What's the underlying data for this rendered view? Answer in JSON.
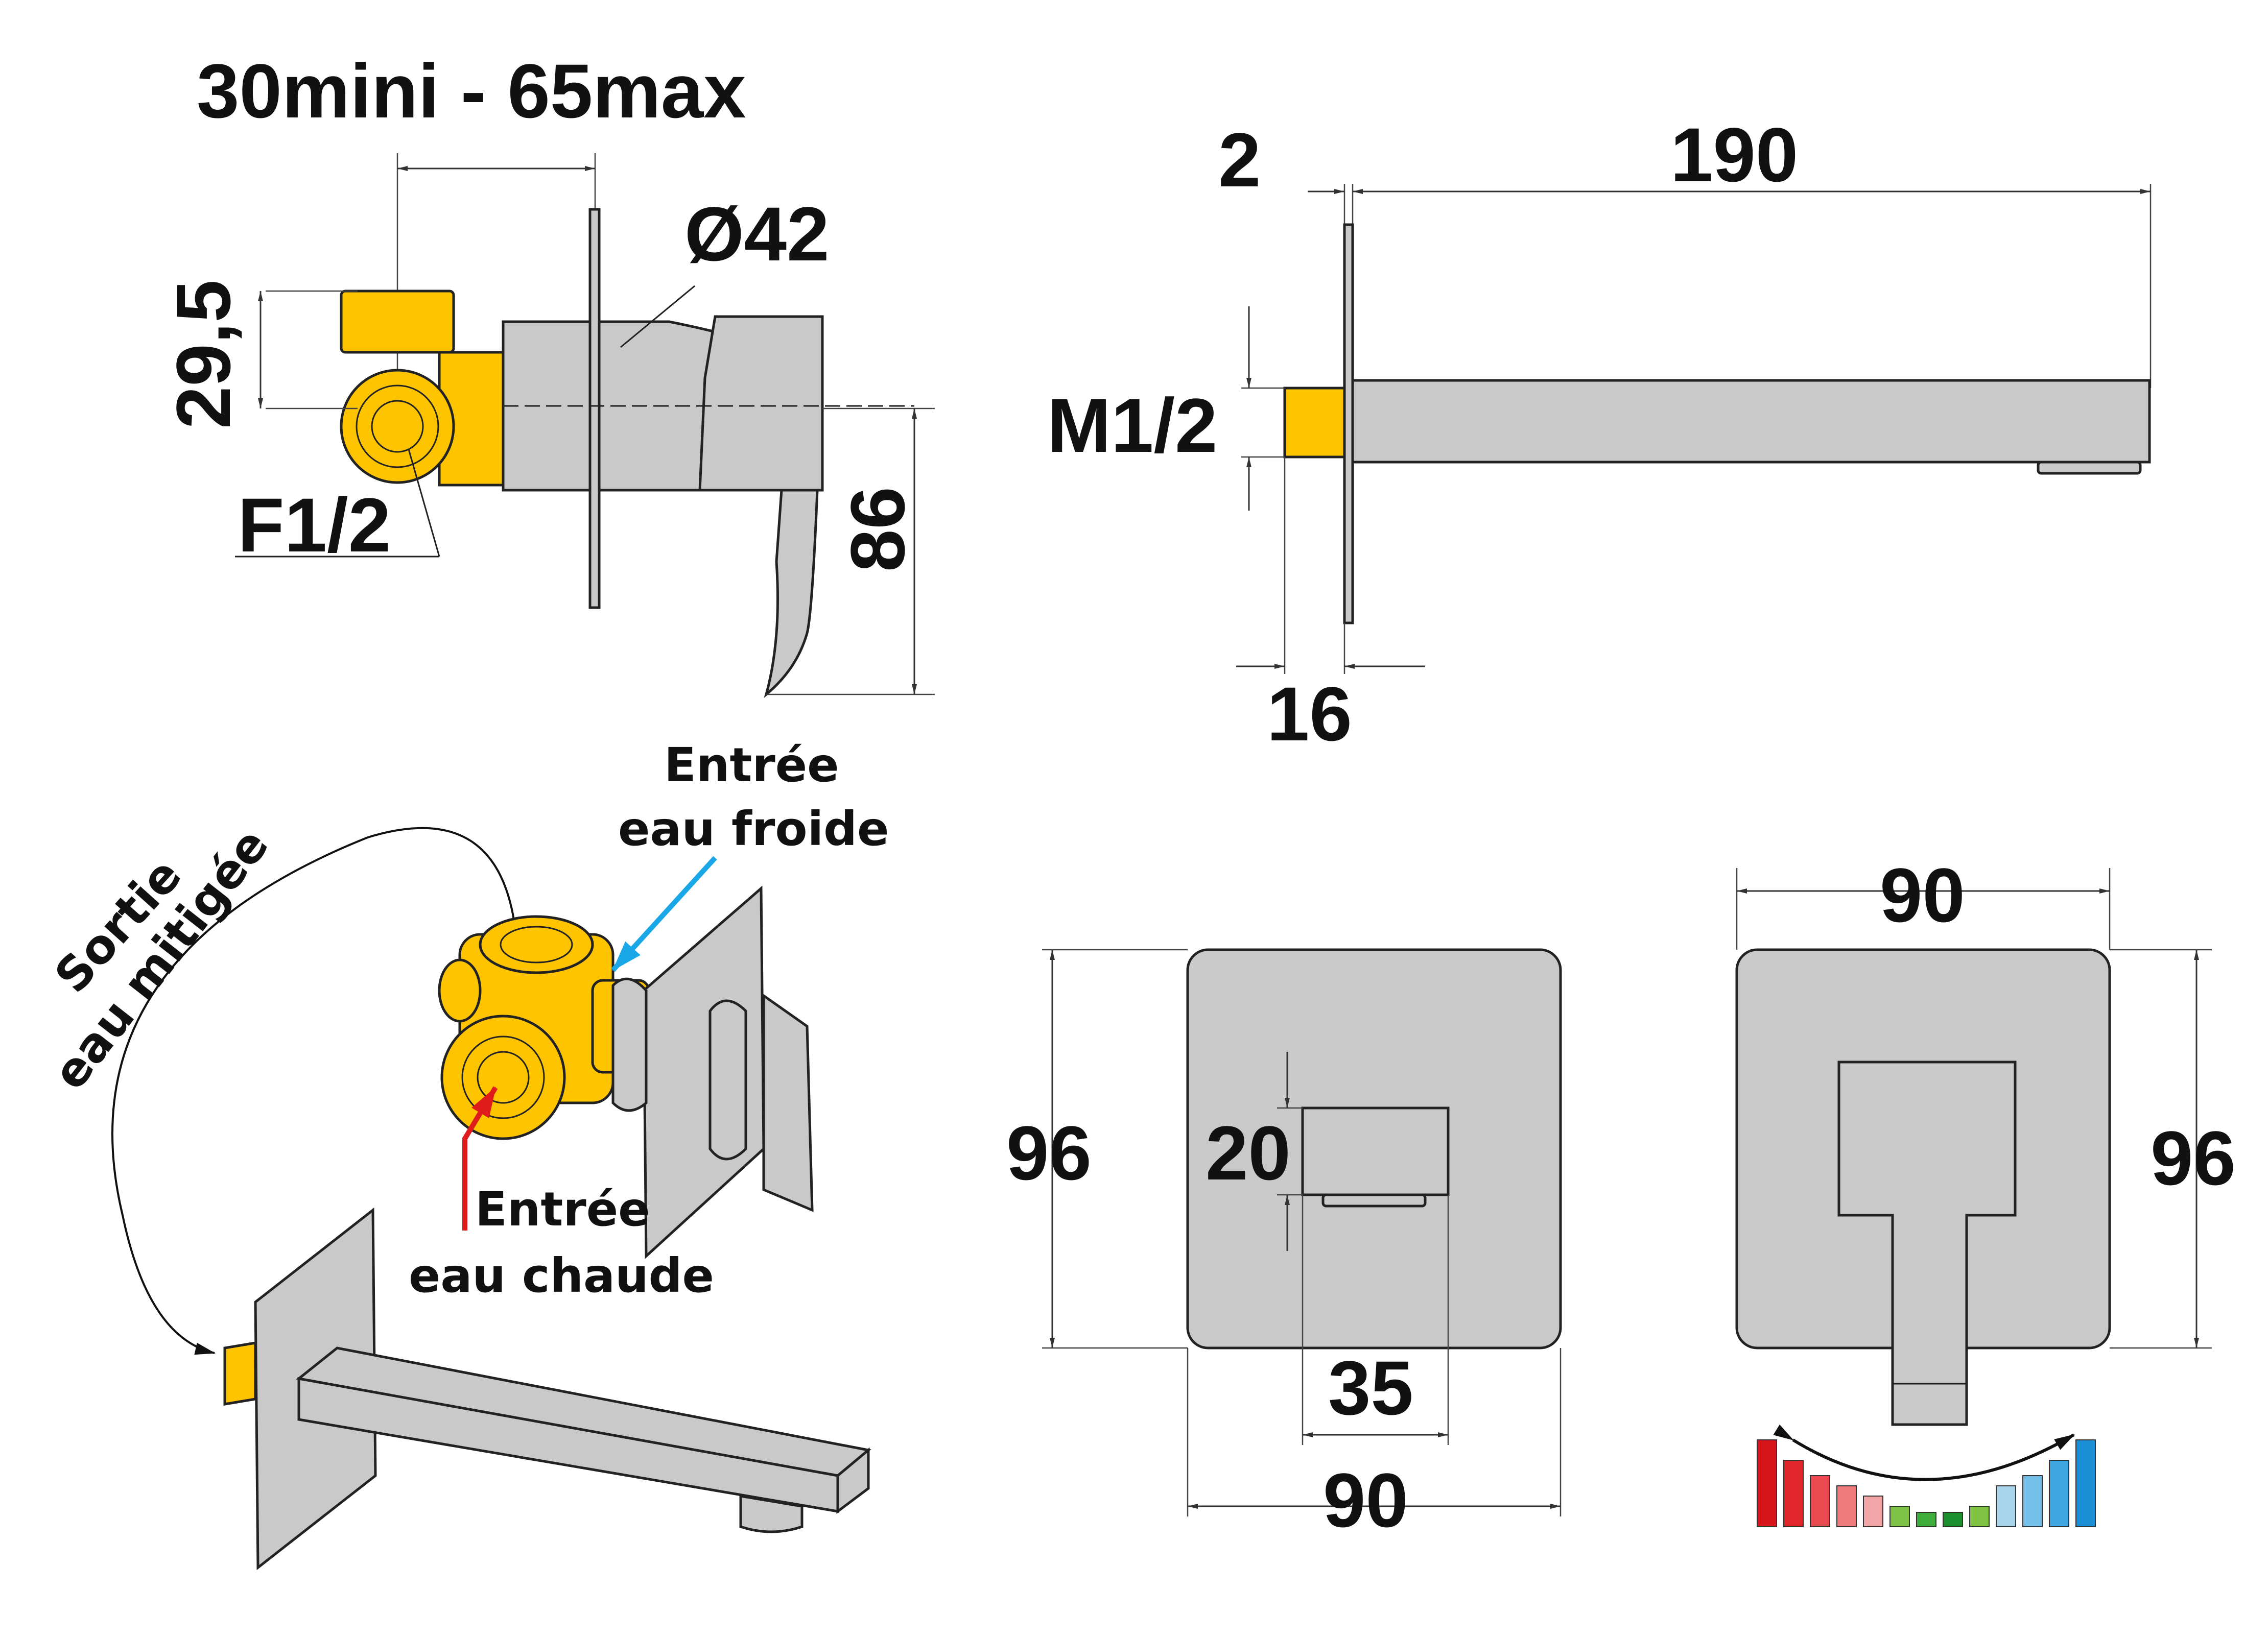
{
  "colors": {
    "brass": "#ffc400",
    "part": "#c9c9c9",
    "cold_arrow": "#1aa7e8",
    "hot_arrow": "#e01b1b",
    "temperature_scale": [
      "#d6151b",
      "#e0262b",
      "#e84a4f",
      "#ef7a7e",
      "#f2a6a8",
      "#7cc246",
      "#3fae3a",
      "#1c8f2e",
      "#7fc242",
      "#a6d5ec",
      "#74c0e8",
      "#3ea6e0",
      "#1a8fd6"
    ]
  },
  "icons": {
    "temperature": "temperature-scale-icon",
    "rotation": "double-arrow-icon"
  },
  "side_view": {
    "depth_range": "30mini - 65max",
    "diameter": "Ø42",
    "height_offset": "29,5",
    "inlet_thread": "F1/2",
    "lever_height": "86"
  },
  "spout_view": {
    "plate_thickness": "2",
    "spout_length": "190",
    "thread": "M1/2",
    "nipple_length": "16"
  },
  "flow_view": {
    "outlet_label": "Sortie eau mitigée",
    "cold_inlet_line1": "Entrée",
    "cold_inlet_line2": "eau froide",
    "hot_inlet_line1": "Entrée",
    "hot_inlet_line2": "eau chaude"
  },
  "front_spout_plate": {
    "height": "96",
    "width": "90",
    "spout_height": "20",
    "spout_width": "35"
  },
  "front_mixer_plate": {
    "width": "90",
    "height": "96"
  }
}
